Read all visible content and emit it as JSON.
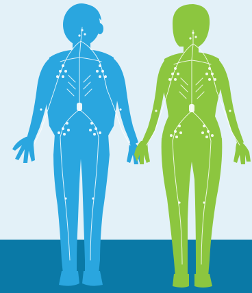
{
  "illustration": {
    "subject": "human-lymphatic-system",
    "figures": [
      {
        "id": "male",
        "color": "#2aa6df"
      },
      {
        "id": "female",
        "color": "#8cc63f"
      }
    ],
    "colors": {
      "background": "#e3f1f8",
      "floor": "#0a79a6",
      "vessels": "#ffffff"
    }
  }
}
